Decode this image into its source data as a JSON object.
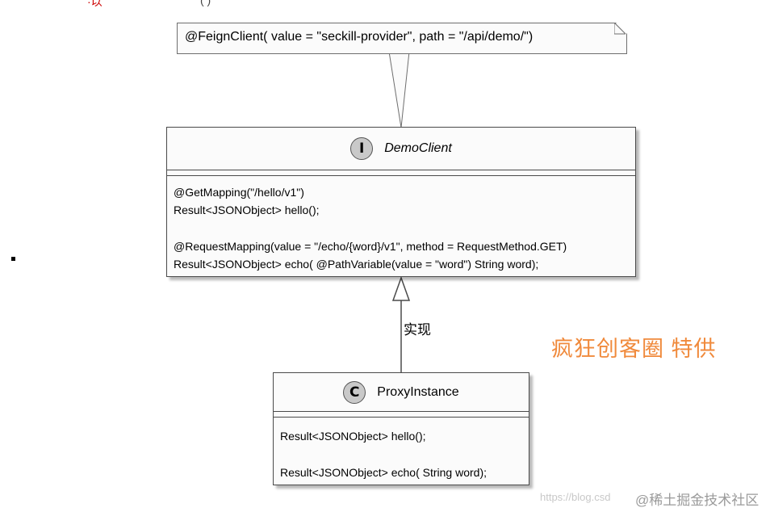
{
  "note": {
    "text": "@FeignClient( value = \"seckill-provider\", path = \"/api/demo/\")"
  },
  "interface_class": {
    "badge": "I",
    "name": "DemoClient",
    "methods": [
      "@GetMapping(\"/hello/v1\")",
      "Result<JSONObject> hello();",
      "@RequestMapping(value = \"/echo/{word}/v1\", method = RequestMethod.GET)",
      "Result<JSONObject> echo( @PathVariable(value = \"word\") String word);"
    ]
  },
  "impl_class": {
    "badge": "C",
    "name": "ProxyInstance",
    "methods": [
      "Result<JSONObject> hello();",
      "Result<JSONObject> echo( String word);"
    ]
  },
  "relation": {
    "label": "实现"
  },
  "promo_text": "疯狂创客圈  特供",
  "watermark": {
    "url": "https://blog.csd",
    "site": "@稀土掘金技术社区"
  },
  "top_fragment": {
    "left": "·以",
    "right": "(    )"
  },
  "colors": {
    "promo": "#f08a3c",
    "box_fill": "#fbfbfb",
    "badge_fill": "#c9c9c9",
    "border": "#4a4a4a"
  }
}
